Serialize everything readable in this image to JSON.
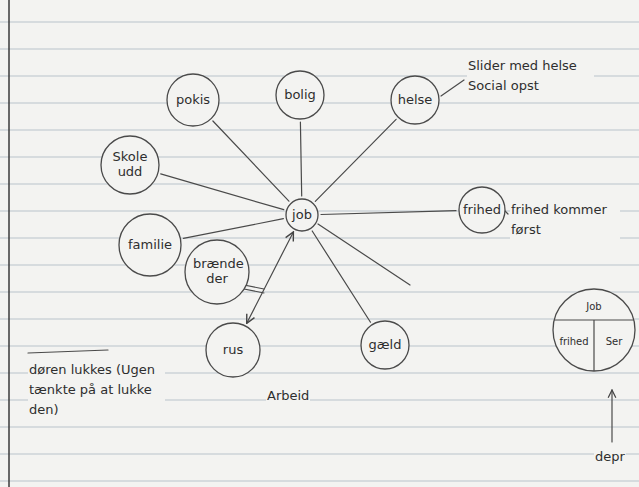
{
  "diagram": {
    "nodes": [
      {
        "text": [
          "pokis"
        ]
      },
      {
        "text": [
          "bolig"
        ]
      },
      {
        "text": [
          "helse"
        ]
      },
      {
        "text": [
          "Skole udd"
        ]
      },
      {
        "text": [
          "job"
        ]
      },
      {
        "text": [
          "frihed"
        ]
      },
      {
        "text": [
          "familie"
        ]
      },
      {
        "text": [
          "brænde der"
        ]
      },
      {
        "text": [
          "rus"
        ]
      },
      {
        "text": [
          "gæld"
        ]
      },
      {
        "text": [
          "Job",
          "frihed",
          "Ser"
        ]
      }
    ],
    "edges": [
      {
        "from": 4,
        "to": 0,
        "arrow": "none"
      },
      {
        "from": 4,
        "to": 1,
        "arrow": "none"
      },
      {
        "from": 4,
        "to": 2,
        "arrow": "none"
      },
      {
        "from": 4,
        "to": 3,
        "arrow": "none"
      },
      {
        "from": 4,
        "to": 5,
        "arrow": "none"
      },
      {
        "from": 4,
        "to": 6,
        "arrow": "none"
      },
      {
        "from": 4,
        "to": 8,
        "arrow": "both"
      },
      {
        "from": 4,
        "to": 9,
        "arrow": "none"
      }
    ],
    "labels": [
      "Slider med helse Social opst",
      "frihed kommer først",
      "Arbeid",
      "døren lukkes (Ugen tænkte på at lukke den)",
      "depr"
    ]
  }
}
